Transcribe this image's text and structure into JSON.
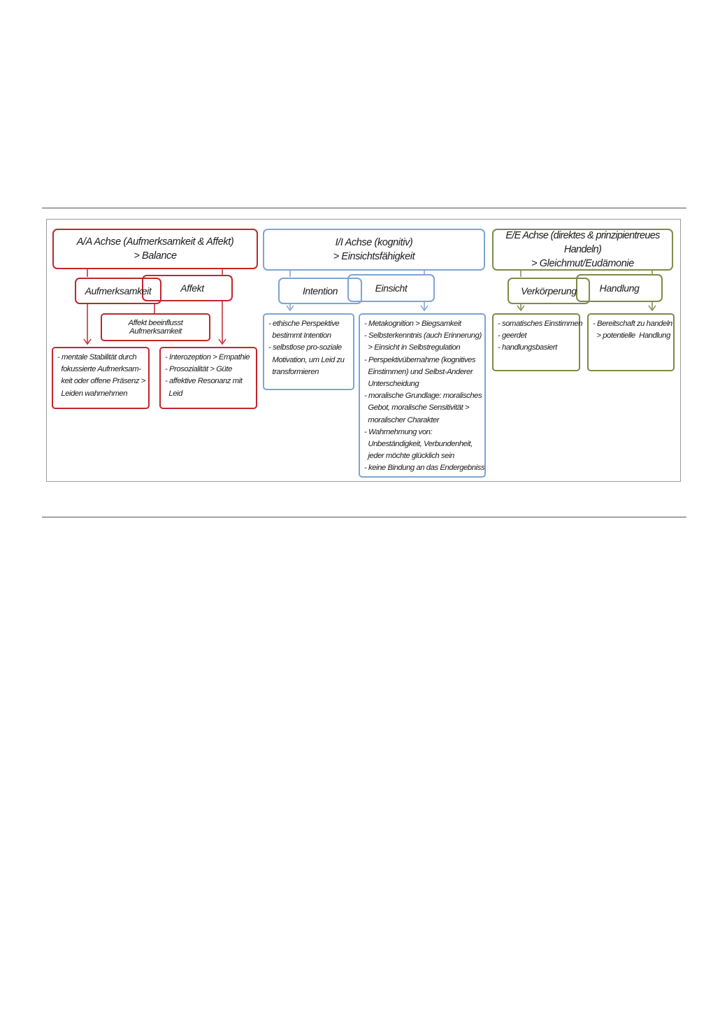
{
  "colors": {
    "red": "#c0262c",
    "blue": "#7ea4d3",
    "green": "#7d8a4a",
    "frame": "#9a9a9a"
  },
  "aa": {
    "title_line1": "A/A Achse (Aufmerksamkeit & Affekt)",
    "title_line2": "> Balance",
    "left": "Aufmerksamkeit",
    "right": "Affekt",
    "link": "Affekt beeinflusst Aufmerksamkeit",
    "left_items": [
      "- mentale Stabilität durch",
      "  fokussierte Aufmerksam-",
      "  keit oder offene Präsenz >",
      "  Leiden wahrnehmen"
    ],
    "right_items": [
      "- Interozeption > Empathie",
      "- Prosozialität > Güte",
      "- affektive Resonanz mit",
      "  Leid"
    ]
  },
  "ii": {
    "title_line1": "I/I Achse (kognitiv)",
    "title_line2": "> Einsichtsfähigkeit",
    "left": "Intention",
    "right": "Einsicht",
    "left_items": [
      "- ethische Perspektive",
      "  bestimmt Intention",
      "- selbstlose pro-soziale",
      "  Motivation, um Leid zu",
      "  transformieren"
    ],
    "right_items": [
      "- Metakognition > Biegsamkeit",
      "- Selbsterkenntnis (auch Erinnerung)",
      "  > Einsicht in Selbstregulation",
      "- Perspektivübernahme (kognitives",
      "  Einstimmen) und Selbst-Anderer",
      "  Unterscheidung",
      "- moralische Grundlage: moralisches",
      "  Gebot, moralische Sensitivität >",
      "  moralischer Charakter",
      "- Wahrnehmung von:",
      "  Unbeständigkeit, Verbundenheit,",
      "  jeder möchte glücklich sein",
      "- keine Bindung an das Endergebniss"
    ]
  },
  "ee": {
    "title_line1": "E/E Achse (direktes & prinzipientreues Handeln)",
    "title_line2": "> Gleichmut/Eudämonie",
    "left": "Verkörperung",
    "right": "Handlung",
    "left_items": [
      "- somatisches Einstimmen",
      "- geerdet",
      "- handlungsbasiert"
    ],
    "right_items": [
      "- Bereitschaft zu handeln",
      "  > potentielle  Handlung"
    ]
  }
}
